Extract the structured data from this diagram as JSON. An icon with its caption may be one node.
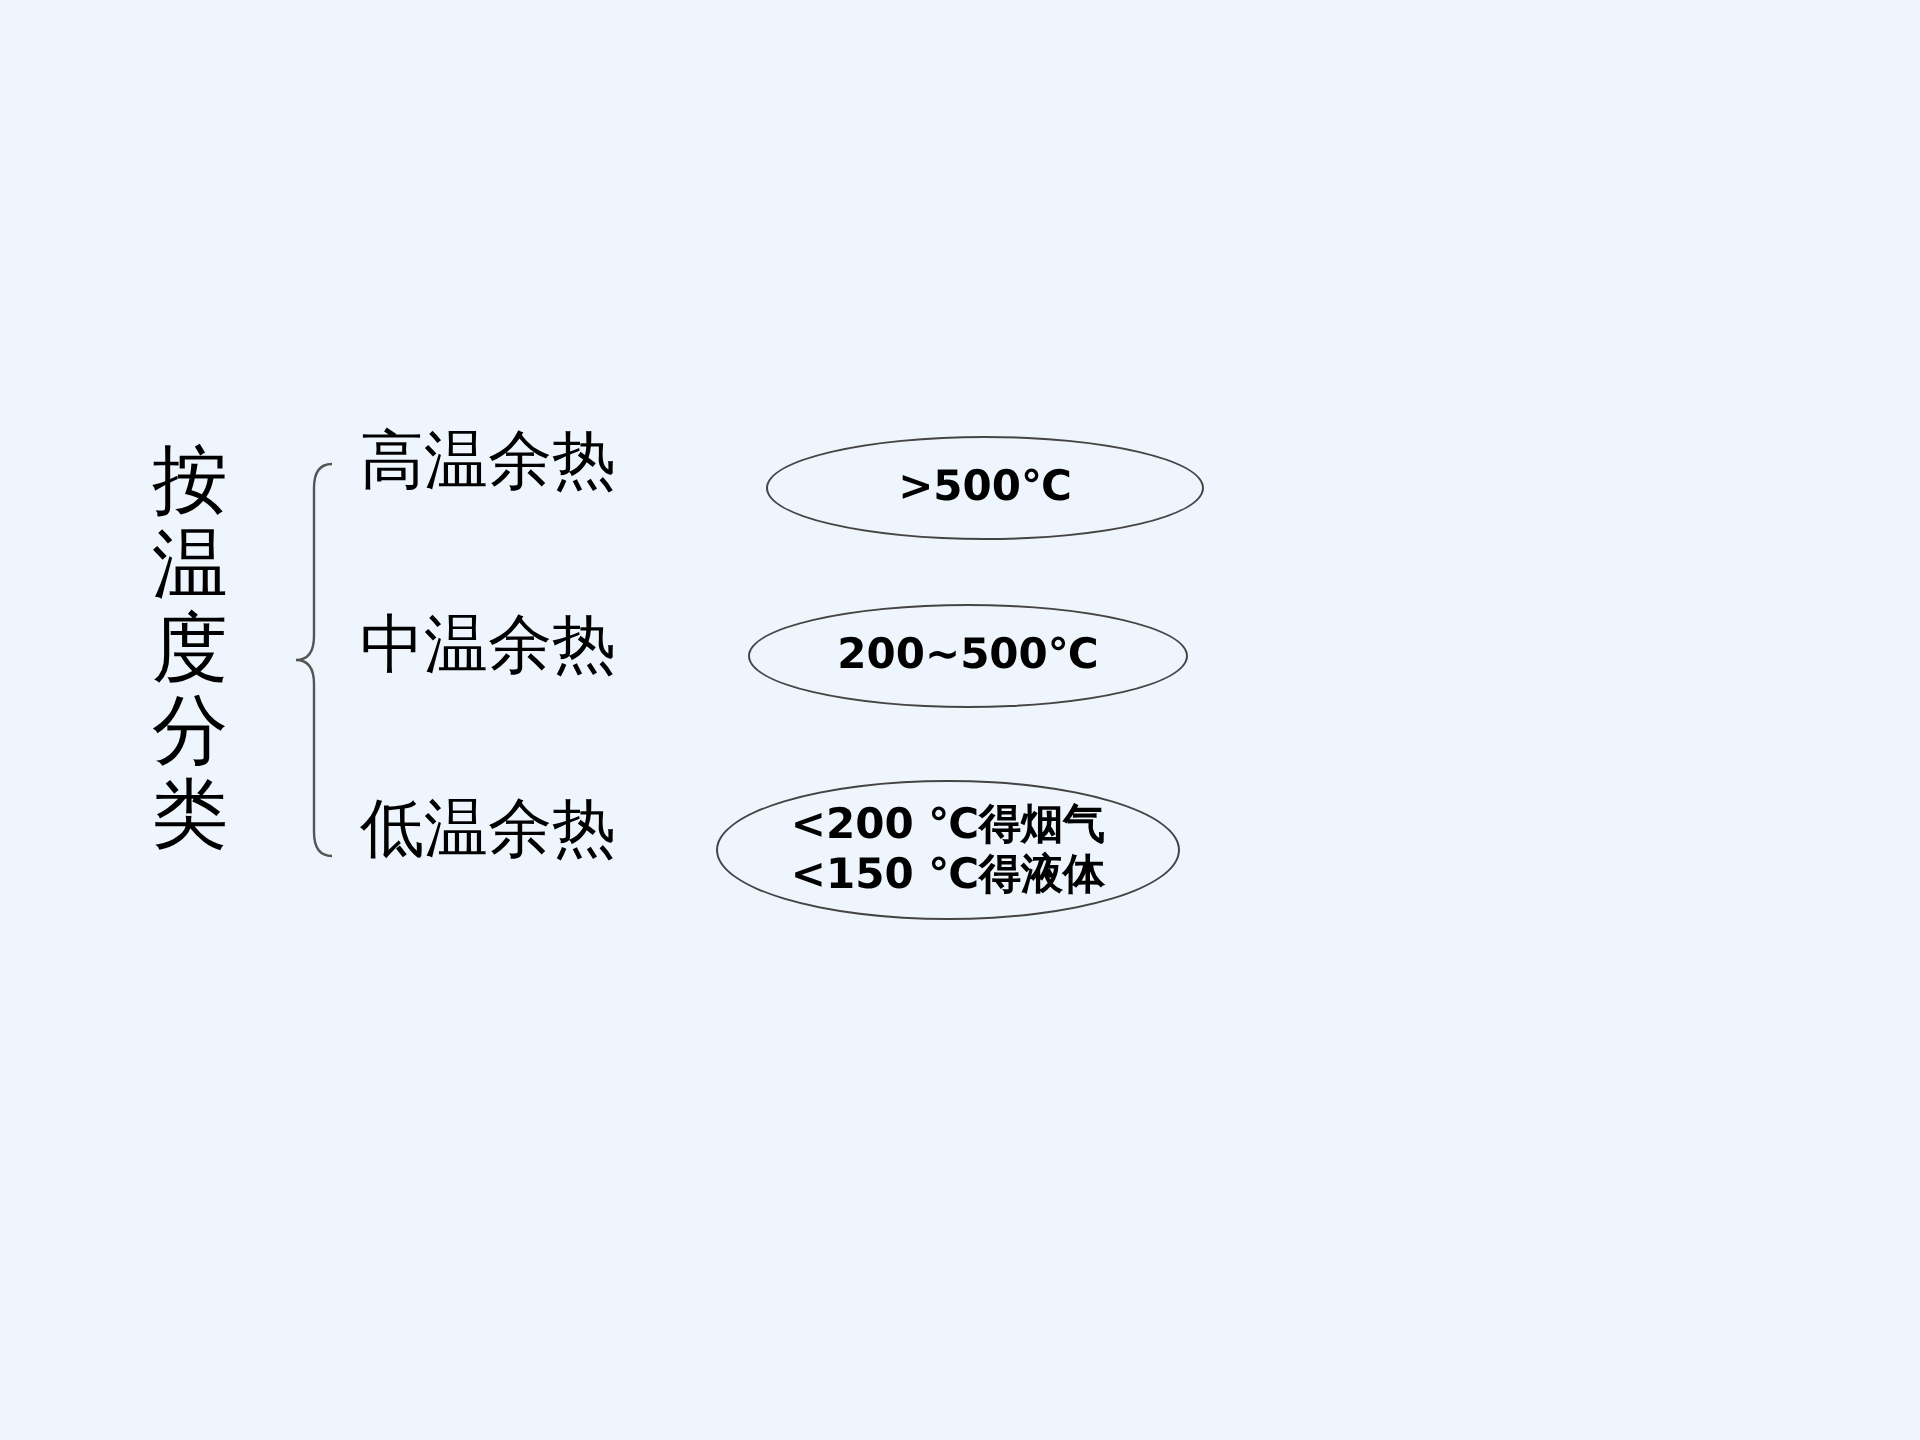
{
  "diagram": {
    "nodes": [
      {
        "text": [
          ">500℃"
        ]
      },
      {
        "text": [
          "200~500℃"
        ]
      },
      {
        "text": [
          "<200 ℃得烟气",
          "<150 ℃得液体"
        ]
      }
    ],
    "labels": [
      "按温度分类",
      "高温余热",
      "中温余热",
      "低温余热"
    ]
  }
}
